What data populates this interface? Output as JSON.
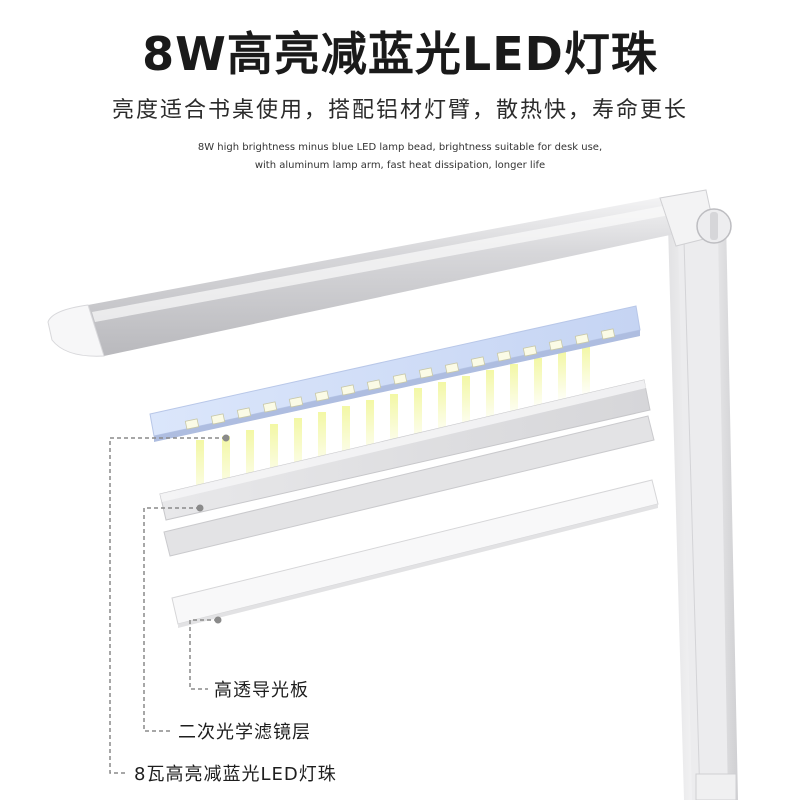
{
  "header": {
    "title": "8W高亮减蓝光LED灯珠",
    "subtitle": "亮度适合书桌使用，搭配铝材灯臂，散热快，寿命更长",
    "english_line_1": "8W high brightness minus blue LED lamp bead, brightness suitable for desk use,",
    "english_line_2": "with aluminum lamp arm, fast heat dissipation, longer life"
  },
  "labels": {
    "light_guide": "高透导光板",
    "filter": "二次光学滤镜层",
    "led_beads": "8瓦高亮减蓝光LED灯珠"
  },
  "colors": {
    "text_dark": "#1a1a1a",
    "lamp_silver": "#c9c9cc",
    "led_glow": "#f2f7a0",
    "callout_line": "#8a8a8a"
  }
}
